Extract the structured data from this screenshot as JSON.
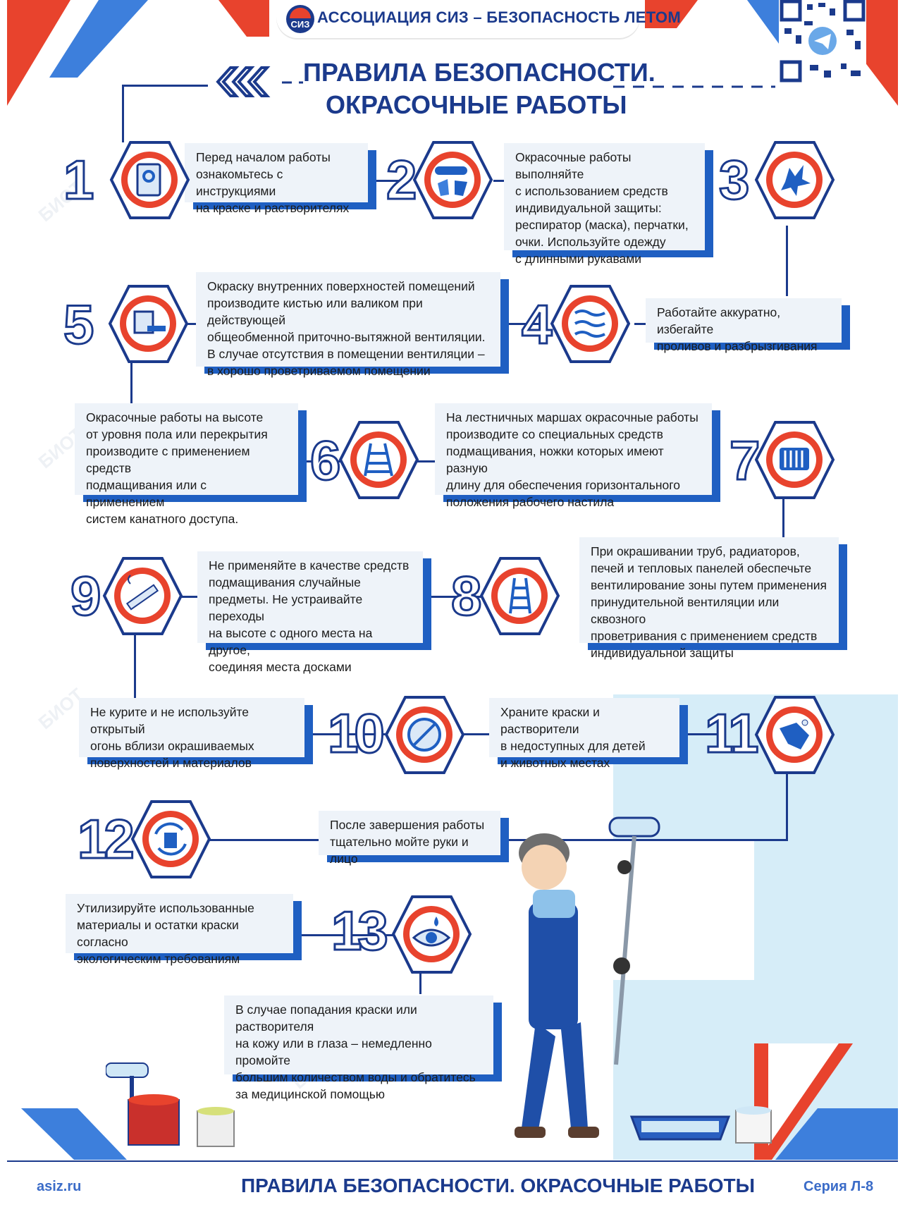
{
  "header": {
    "association": "АССОЦИАЦИЯ СИЗ – БЕЗОПАСНОСТЬ ЛЕТОМ"
  },
  "title": {
    "line1": "ПРАВИЛА БЕЗОПАСНОСТИ.",
    "line2": "ОКРАСОЧНЫЕ РАБОТЫ"
  },
  "steps": [
    {
      "num": "1",
      "icon": "instruction-book-icon",
      "text": "Перед началом работы\nознакомьтесь с инструкциями\nна краске и растворителях"
    },
    {
      "num": "2",
      "icon": "goggles-gloves-icon",
      "text": "Окрасочные работы выполняйте\nс использованием средств\nиндивидуальной защиты:\nреспиратор (маска), перчатки,\nочки. Используйте одежду\nс длинными рукавами"
    },
    {
      "num": "3",
      "icon": "paint-splash-icon",
      "text": ""
    },
    {
      "num": "4",
      "icon": "ventilation-icon",
      "text": "Работайте аккуратно, избегайте\nпроливов и разбрызгивания"
    },
    {
      "num": "5",
      "icon": "paint-bucket-brush-icon",
      "text": "Окраску внутренних поверхностей помещений\nпроизводите кистью или валиком при действующей\nобщеобменной приточно-вытяжной вентиляции.\nВ случае отсутствия в помещении вентиляции –\nв хорошо проветриваемом помещении"
    },
    {
      "num": "6",
      "icon": "step-ladder-icon",
      "text": "Окрасочные работы на высоте\nот уровня пола или перекрытия\nпроизводите с применением средств\nподмащивания или с применением\nсистем канатного доступа."
    },
    {
      "num": "7",
      "icon": "radiator-icon",
      "text": "На лестничных маршах окрасочные работы\nпроизводите со специальных средств\nподмащивания, ножки которых имеют разную\nдлину для обеспечения горизонтального\nположения рабочего настила"
    },
    {
      "num": "8",
      "icon": "ladder-icon",
      "text": "При окрашивании труб, радиаторов,\nпечей и тепловых панелей обеспечьте\nвентилирование зоны путем применения\nпринудительной вентиляции или сквозного\nпроветривания с применением средств\nиндивидуальной защиты"
    },
    {
      "num": "9",
      "icon": "cigarette-icon",
      "text": "Не применяйте в качестве средств\nподмащивания случайные\nпредметы. Не устраивайте переходы\nна высоте с одного места на другое,\nсоединяя места досками"
    },
    {
      "num": "10",
      "icon": "no-animals-icon",
      "text": "Не курите и не используйте открытый\nогонь вблизи окрашиваемых\nповерхностей и материалов"
    },
    {
      "num": "11",
      "icon": "hand-washing-icon",
      "text": "Храните краски и растворители\nв недоступных для детей\nи животных местах"
    },
    {
      "num": "12",
      "icon": "recycle-bin-icon",
      "text": "После завершения работы\nтщательно мойте руки и лицо"
    },
    {
      "num": "13",
      "icon": "eye-drop-icon",
      "text": "Утилизируйте использованные\nматериалы и остатки краски согласно\nэкологическим требованиям"
    }
  ],
  "extra_note": "В случае попадания краски или растворителя\nна кожу или в глаза – немедленно промойте\nбольшим количеством воды и обратитесь\nза медицинской помощью",
  "footer": {
    "site": "asiz.ru",
    "title": "ПРАВИЛА БЕЗОПАСНОСТИ. ОКРАСОЧНЫЕ РАБОТЫ",
    "series": "Серия Л-8"
  },
  "watermark": "БИОТ",
  "colors": {
    "navy": "#1b3a8c",
    "red": "#e8432d",
    "blue": "#1f5fc2",
    "light_blue": "#d6edf8",
    "panel": "#eef3f9"
  }
}
